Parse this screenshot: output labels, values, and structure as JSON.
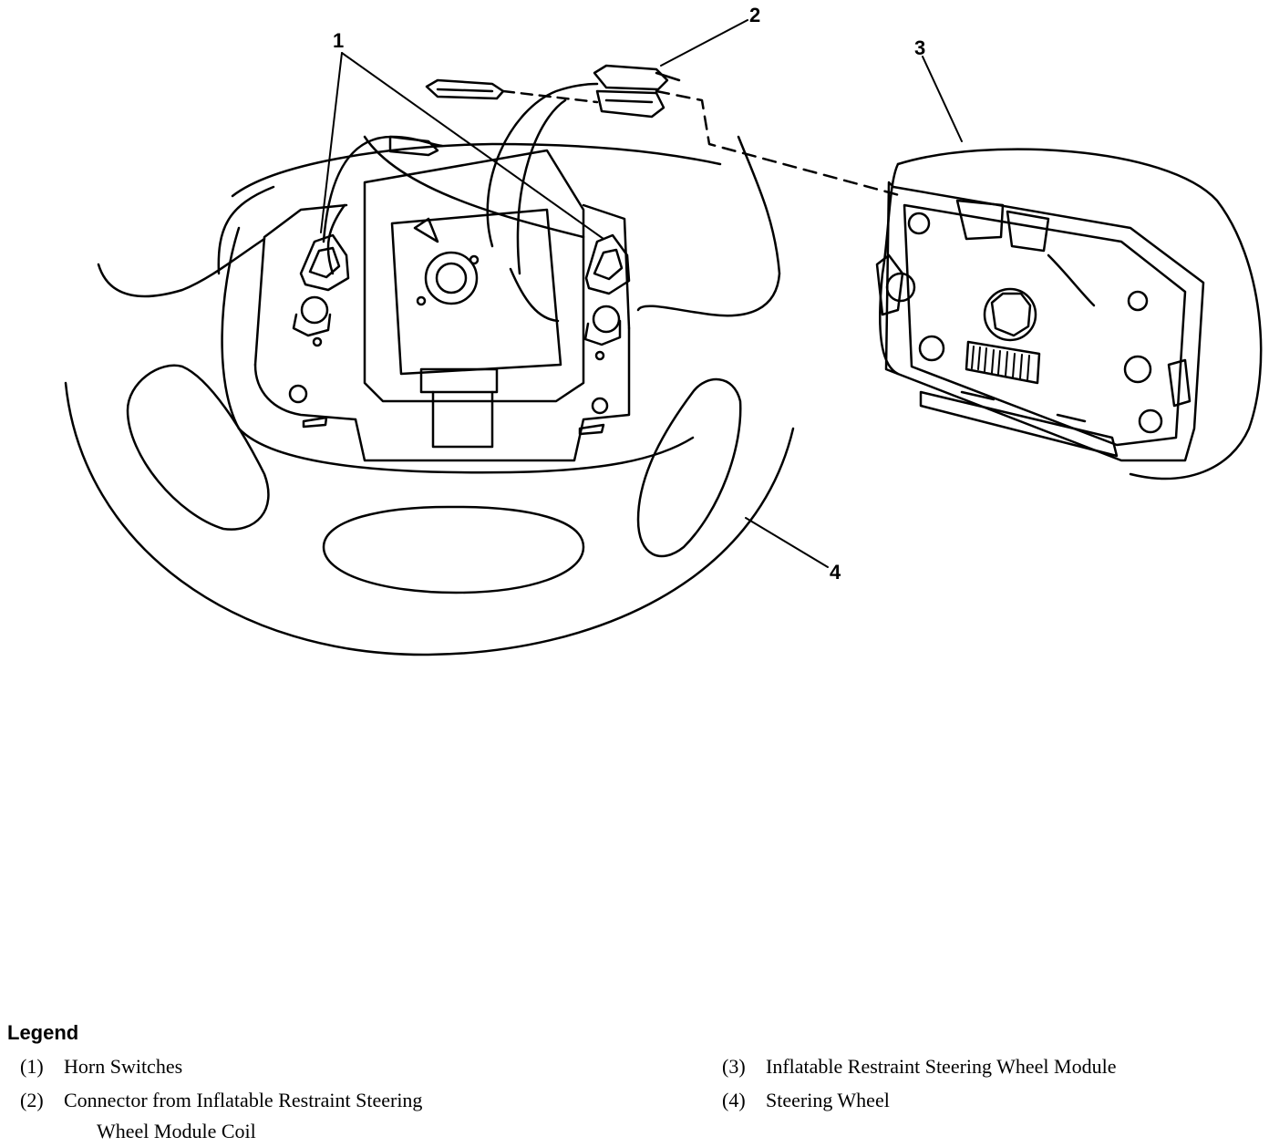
{
  "callouts": {
    "c1": "1",
    "c2": "2",
    "c3": "3",
    "c4": "4"
  },
  "legend": {
    "title": "Legend",
    "items": [
      {
        "num": "(1)",
        "text": "Horn Switches",
        "cont": ""
      },
      {
        "num": "(2)",
        "text": "Connector from Inflatable Restraint Steering",
        "cont": "Wheel Module Coil"
      },
      {
        "num": "(3)",
        "text": "Inflatable Restraint Steering Wheel Module",
        "cont": ""
      },
      {
        "num": "(4)",
        "text": "Steering Wheel",
        "cont": ""
      }
    ]
  }
}
